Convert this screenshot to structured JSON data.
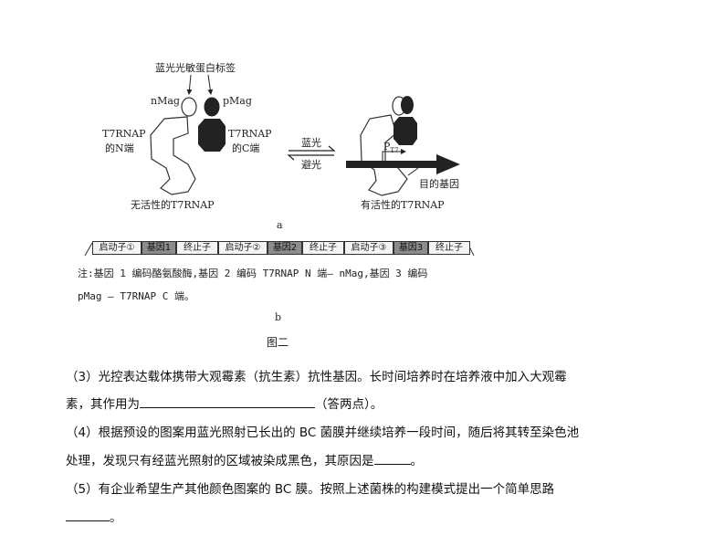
{
  "figure": {
    "panel_a": {
      "tag_label": "蓝光光敏蛋白标签",
      "nmag": "nMag",
      "pmag": "pMag",
      "t7_n_line1": "T7RNAP",
      "t7_n_line2": "的N端",
      "t7_c_line1": "T7RNAP",
      "t7_c_line2": "的C端",
      "inactive": "无活性的T7RNAP",
      "blue_light": "蓝光",
      "avoid_light": "避光",
      "pt7": "P",
      "pt7_sub": "T7",
      "target_gene": "目的基因",
      "active": "有活性的T7RNAP",
      "label": "a"
    },
    "panel_b": {
      "segments": [
        {
          "text": "启动子①",
          "type": "promoter"
        },
        {
          "text": "基因1",
          "type": "gene"
        },
        {
          "text": "终止子",
          "type": "terminator"
        },
        {
          "text": "启动子②",
          "type": "promoter"
        },
        {
          "text": "基因2",
          "type": "gene"
        },
        {
          "text": "终止子",
          "type": "terminator"
        },
        {
          "text": "启动子③",
          "type": "promoter"
        },
        {
          "text": "基因3",
          "type": "gene"
        },
        {
          "text": "终止子",
          "type": "terminator"
        }
      ],
      "note_line1": "注:基因 1 编码酪氨酸酶,基因 2 编码 T7RNAP N 端– nMag,基因 3 编码",
      "note_line2": "pMag – T7RNAP C 端。",
      "label": "b"
    },
    "caption": "图二"
  },
  "questions": {
    "q3_line1": "（3）光控表达载体携带大观霉素（抗生素）抗性基因。长时间培养时在培养液中加入大观霉",
    "q3_line2_a": "素，其作用为",
    "q3_line2_b": "（答两点）。",
    "q4_line1": "（4）根据预设的图案用蓝光照射已长出的 BC 菌膜并继续培养一段时间，随后将其转至染色池",
    "q4_line2_a": "处理，发现只有经蓝光照射的区域被染成黑色，其原因是",
    "q4_line2_b": "。",
    "q5_line1": "（5）有企业希望生产其他颜色图案的 BC 膜。按照上述菌株的构建模式提出一个简单思路",
    "q5_line2_b": "。"
  }
}
